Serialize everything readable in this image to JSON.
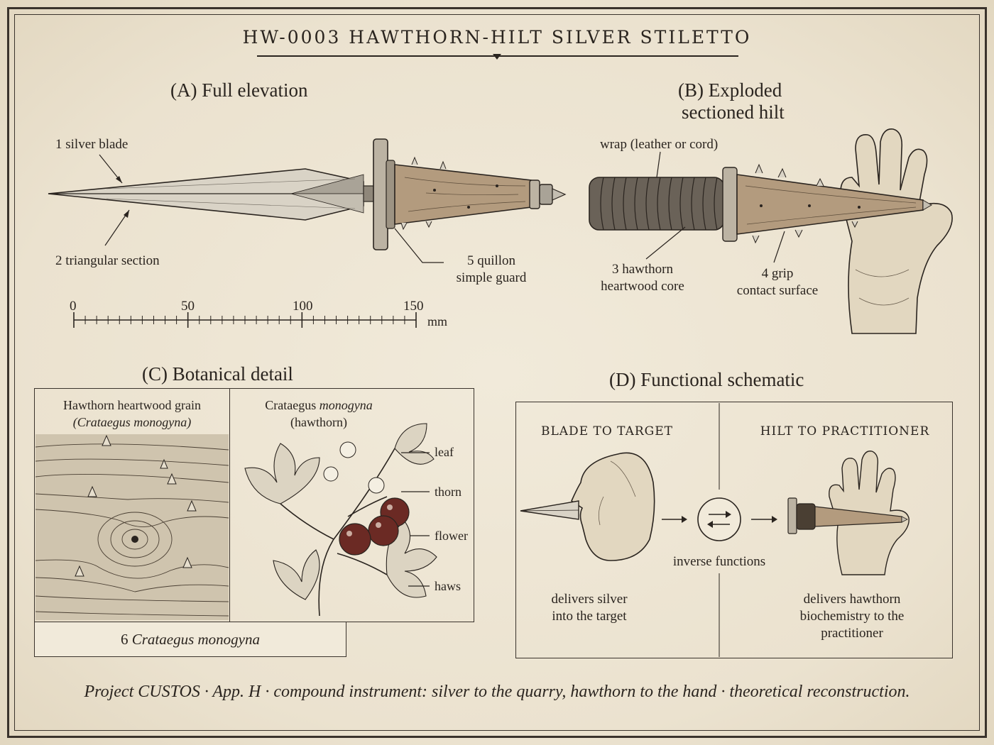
{
  "title": "HW-0003 HAWTHORN-HILT SILVER STILETTO",
  "panel_a": {
    "heading": "(A) Full elevation",
    "labels": {
      "blade": "1 silver blade",
      "section": "2 triangular section",
      "quillon_1": "5 quillon",
      "quillon_2": "simple guard"
    },
    "scale": {
      "ticks": [
        "0",
        "50",
        "100",
        "150"
      ],
      "unit": "mm"
    }
  },
  "panel_b": {
    "heading_1": "(B) Exploded",
    "heading_2": "sectioned hilt",
    "labels": {
      "wrap": "wrap (leather or cord)",
      "core_1": "3 hawthorn",
      "core_2": "heartwood core",
      "grip_1": "4 grip",
      "grip_2": "contact surface"
    }
  },
  "panel_c": {
    "heading": "(C) Botanical detail",
    "grain_title": "Hawthorn heartwood grain",
    "grain_species": "(Crataegus monogyna)",
    "plant_genus": "Crataegus",
    "plant_species": "monogyna",
    "plant_common": "(hawthorn)",
    "parts": {
      "leaf": "leaf",
      "thorn": "thorn",
      "flower": "flower",
      "haws": "haws"
    },
    "caption_num": "6",
    "caption_name": "Crataegus monogyna"
  },
  "panel_d": {
    "heading": "(D) Functional schematic",
    "left_title": "BLADE TO TARGET",
    "right_title": "HILT TO PRACTITIONER",
    "center_label": "inverse functions",
    "left_caption_1": "delivers silver",
    "left_caption_2": "into the target",
    "right_caption_1": "delivers hawthorn",
    "right_caption_2": "biochemistry to the",
    "right_caption_3": "practitioner"
  },
  "footer": "Project CUSTOS · App. H · compound instrument: silver to the quarry, hawthorn to the hand · theoretical reconstruction.",
  "colors": {
    "paper": "#efe7d6",
    "ink": "#2a241f",
    "haw_red": "#6b2a24",
    "wood": "#b39b7e"
  }
}
